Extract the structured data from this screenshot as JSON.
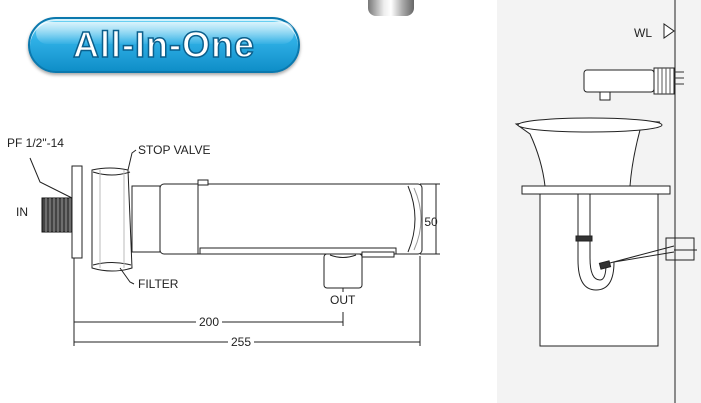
{
  "badge": {
    "title": "All-In-One"
  },
  "labels": {
    "thread": "PF 1/2\"-14",
    "inlet": "IN",
    "stop_valve": "STOP VALVE",
    "filter": "FILTER",
    "outlet": "OUT",
    "height": "50",
    "length_short": "200",
    "length_total": "255",
    "water_level": "WL"
  },
  "colors": {
    "badge_top": "#6fd3f4",
    "badge_bottom": "#0f8ec8",
    "line": "#222222",
    "panel": "#f2f2f2"
  }
}
